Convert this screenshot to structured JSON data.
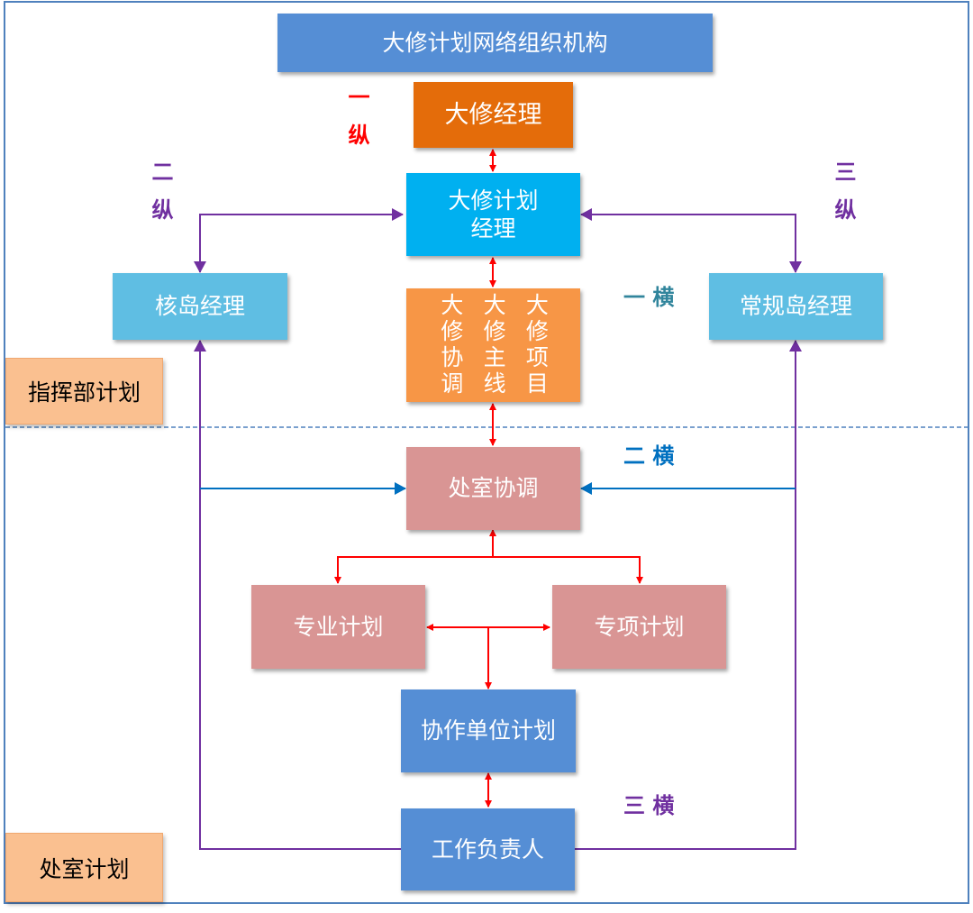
{
  "title": "大修计划网络组织机构",
  "nodes": {
    "outage_manager": "大修经理",
    "outage_plan_manager": "大修计划经理",
    "nuclear_island_manager": "核岛经理",
    "conventional_island_manager": "常规岛经理",
    "col1": "大修协调",
    "col2": "大修主线",
    "col3": "大修项目",
    "dept_coordination": "处室协调",
    "professional_plan": "专业计划",
    "special_plan": "专项计划",
    "contractor_plan": "协作单位计划",
    "work_leader": "工作负责人"
  },
  "tags": {
    "command_plan": "指挥部计划",
    "dept_plan": "处室计划"
  },
  "labels": {
    "vertical_1": "一纵",
    "vertical_2": "二纵",
    "vertical_3": "三纵",
    "horizontal_1": "一 横",
    "horizontal_2": "二 横",
    "horizontal_3": "三 横"
  },
  "colors": {
    "red": "#ff0000",
    "purple": "#7030a0",
    "blue_line": "#0070c0",
    "dash": "#4f81bd",
    "teal_label": "#31859c"
  }
}
